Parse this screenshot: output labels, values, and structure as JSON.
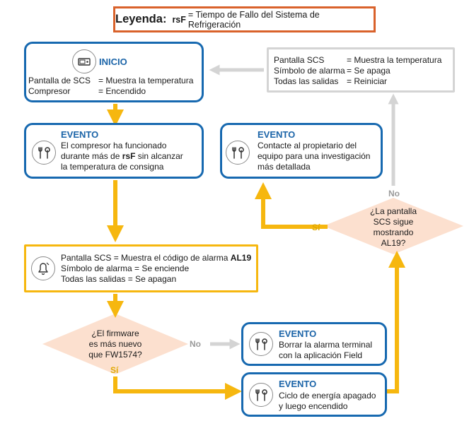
{
  "legend": {
    "title": "Leyenda:",
    "code": "rsF",
    "text": "= Tiempo de Fallo del Sistema de Refrigeración"
  },
  "inicio": {
    "title": "INICIO",
    "rows": [
      {
        "label": "Pantalla de SCS",
        "value": "= Muestra la temperatura"
      },
      {
        "label": "Compresor",
        "value": "= Encendido"
      }
    ]
  },
  "evento1": {
    "title": "EVENTO",
    "line1": "El compresor ha funcionado",
    "line2_pre": "durante más de ",
    "line2_code": "rsF",
    "line2_post": " sin alcanzar",
    "line3": "la temperatura de consigna"
  },
  "alarm_box": {
    "line1_pre": "Pantalla SCS = Muestra el código de alarma ",
    "line1_code": "AL19",
    "line2": "Símbolo de alarma = Se enciende",
    "line3": "Todas las salidas = Se apagan"
  },
  "decision1": {
    "line1": "¿El firmware",
    "line2": "es más nuevo",
    "line3": "que FW1574?"
  },
  "decision2": {
    "line1": "¿La pantalla",
    "line2": "SCS sigue",
    "line3": "mostrando",
    "line4": "AL19?"
  },
  "evento_borrar": {
    "title": "EVENTO",
    "line1": "Borrar la alarma terminal",
    "line2": "con la aplicación Field"
  },
  "evento_ciclo": {
    "title": "EVENTO",
    "line1": "Ciclo de energía apagado",
    "line2": "y luego encendido"
  },
  "evento_contacte": {
    "title": "EVENTO",
    "line1": "Contacte al propietario del",
    "line2": "equipo para una investigación",
    "line3": "más detallada"
  },
  "reset_box": {
    "rows": [
      {
        "label": "Pantalla SCS",
        "value": "= Muestra la temperatura"
      },
      {
        "label": "Símbolo de alarma",
        "value": "= Se apaga"
      },
      {
        "label": "Todas las salidas",
        "value": "= Reiniciar"
      }
    ]
  },
  "labels": {
    "no1": "No",
    "si1": "Sí",
    "no2": "No",
    "si2": "Sí"
  },
  "colors": {
    "blue": "#1769b0",
    "gold": "#f6b70f",
    "gray": "#d4d4d4",
    "diamond": "#fce0cf",
    "legend_border": "#d9622b"
  },
  "icons": [
    "controller-icon",
    "tools-icon",
    "alarm-bell-icon"
  ]
}
